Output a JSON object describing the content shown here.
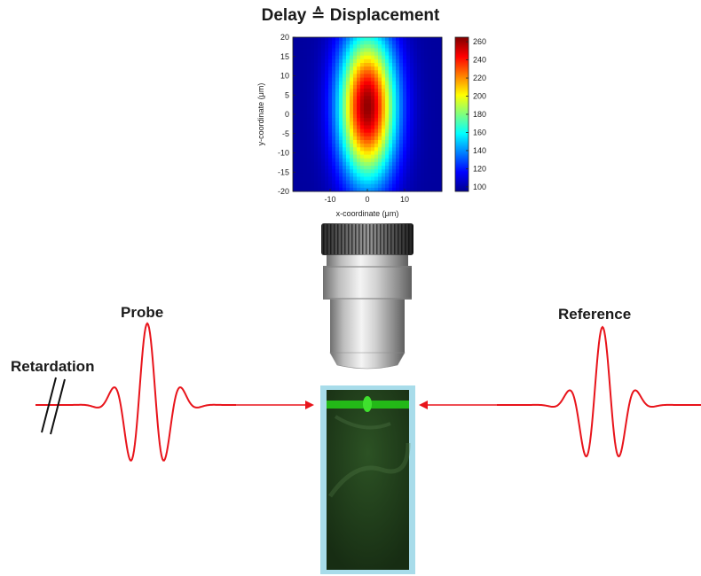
{
  "title": "Delay ≙ Displacement",
  "labels": {
    "probe": "Probe",
    "reference": "Reference",
    "retardation": "Retardation"
  },
  "colors": {
    "pulse": "#e8141b",
    "sample_frame": "#a8dcea",
    "sample_fill": "#1d3818",
    "focus_line": "#2fd11f"
  },
  "chart_data": {
    "type": "heatmap",
    "xlabel": "x-coordinate (μm)",
    "ylabel": "y-coordinate (μm)",
    "xlim": [
      -20,
      20
    ],
    "ylim": [
      -20,
      20
    ],
    "xticks": [
      -10,
      0,
      10
    ],
    "yticks": [
      -20,
      -15,
      -10,
      -5,
      0,
      5,
      10,
      15,
      20
    ],
    "colorbar": {
      "min": 95,
      "max": 265,
      "ticks": [
        100,
        120,
        140,
        160,
        180,
        200,
        220,
        240,
        260
      ],
      "colormap": "jet"
    },
    "field": {
      "description_values": "delay map peaking near (0, 2) at ~262, falling to ~100 at the left/right edges",
      "center": [
        0,
        2
      ],
      "peak": 262,
      "floor": 100
    }
  }
}
